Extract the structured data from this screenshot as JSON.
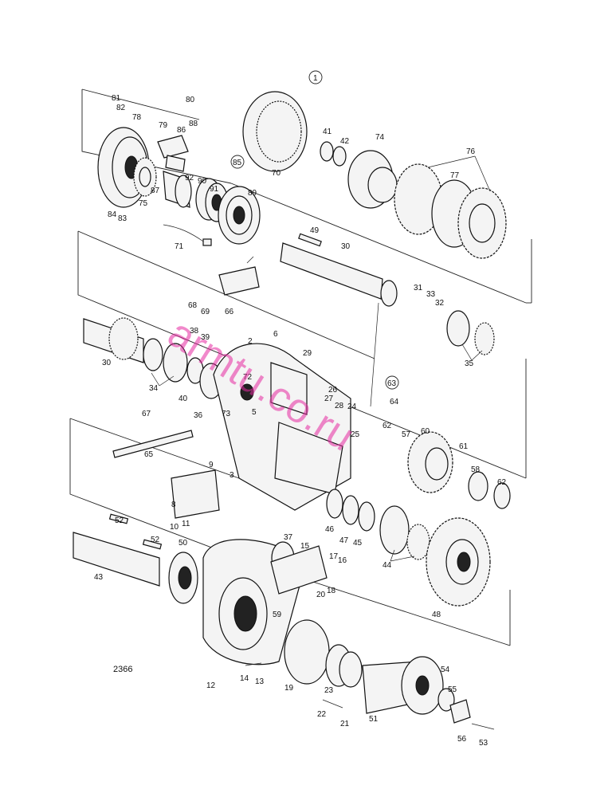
{
  "figure_number": "2366",
  "watermark": "armtu.co.ru",
  "callouts": [
    "1",
    "81",
    "82",
    "78",
    "80",
    "88",
    "79",
    "86",
    "85",
    "41",
    "42",
    "74",
    "76",
    "77",
    "70",
    "92",
    "90",
    "91",
    "89",
    "87",
    "75",
    "84",
    "83",
    "71",
    "49",
    "30",
    "31",
    "33",
    "32",
    "68",
    "69",
    "66",
    "38",
    "39",
    "6",
    "29",
    "72",
    "30",
    "34",
    "40",
    "36",
    "35",
    "63",
    "64",
    "26",
    "27",
    "28",
    "24",
    "73",
    "5",
    "62",
    "57",
    "60",
    "67",
    "65",
    "61",
    "58",
    "62",
    "9",
    "3",
    "8",
    "10",
    "11",
    "46",
    "47",
    "45",
    "44",
    "52",
    "52",
    "50",
    "37",
    "15",
    "43",
    "17",
    "16",
    "18",
    "20",
    "59",
    "48",
    "14",
    "13",
    "12",
    "19",
    "23",
    "22",
    "21",
    "54",
    "55",
    "51",
    "56",
    "53",
    "25",
    "2"
  ]
}
